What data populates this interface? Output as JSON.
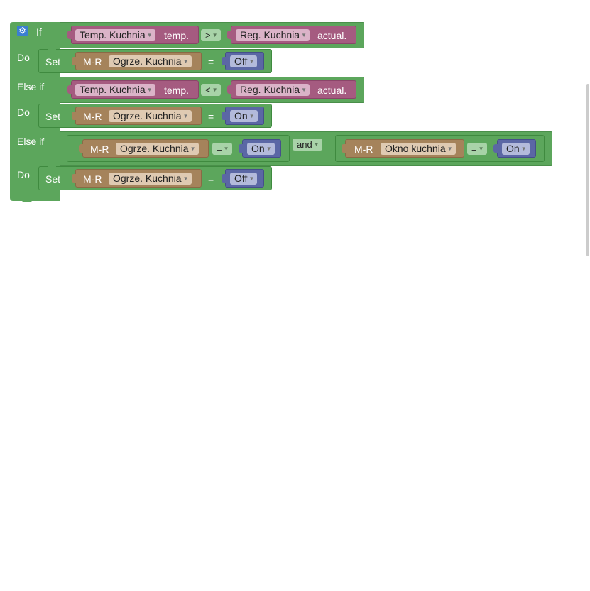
{
  "keywords": {
    "if": "If",
    "do": "Do",
    "else_if": "Else if",
    "set": "Set",
    "and": "and"
  },
  "icons": {
    "settings": "gear-icon",
    "dropdown": "caret-down-icon"
  },
  "colors": {
    "logic_green": "#5ca65c",
    "variable_pink": "#a55b80",
    "device_brown": "#a5835b",
    "enum_blue": "#5b67a5",
    "gear_blue": "#3b7fd1"
  },
  "branches": [
    {
      "condition": {
        "left_var": "Temp. Kuchnia",
        "left_field": "temp.",
        "operator": ">",
        "right_var": "Reg. Kuchnia",
        "right_field": "actual."
      },
      "action": {
        "device_type": "M-R",
        "device": "Ogrze. Kuchnia",
        "equals": "=",
        "value": "Off"
      }
    },
    {
      "condition": {
        "left_var": "Temp. Kuchnia",
        "left_field": "temp.",
        "operator": "<",
        "right_var": "Reg. Kuchnia",
        "right_field": "actual."
      },
      "action": {
        "device_type": "M-R",
        "device": "Ogrze. Kuchnia",
        "equals": "=",
        "value": "On"
      }
    },
    {
      "condition": {
        "a": {
          "device_type": "M-R",
          "device": "Ogrze. Kuchnia",
          "operator": "=",
          "value": "On"
        },
        "logic": "and",
        "b": {
          "device_type": "M-R",
          "device": "Okno kuchnia",
          "operator": "=",
          "value": "On"
        }
      },
      "action": {
        "device_type": "M-R",
        "device": "Ogrze. Kuchnia",
        "equals": "=",
        "value": "Off"
      }
    }
  ]
}
